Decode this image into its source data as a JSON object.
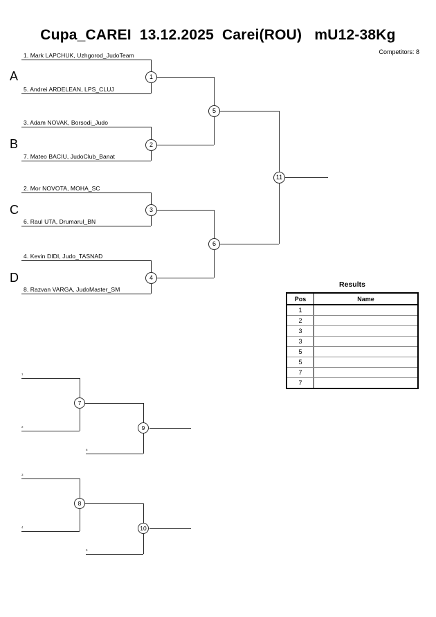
{
  "header": {
    "title": "Cupa_CAREI  13.12.2025  Carei(ROU)   mU12-38Kg",
    "competitors": "Competitors: 8"
  },
  "groups": [
    {
      "letter": "A"
    },
    {
      "letter": "B"
    },
    {
      "letter": "C"
    },
    {
      "letter": "D"
    }
  ],
  "players": [
    {
      "slot": 1,
      "label": "1. Mark LAPCHUK, Uzhgorod_JudoTeam"
    },
    {
      "slot": 2,
      "label": "5. Andrei ARDELEAN, LPS_CLUJ"
    },
    {
      "slot": 3,
      "label": "3. Adam NOVAK, Borsodi_Judo"
    },
    {
      "slot": 4,
      "label": "7. Mateo BACIU, JudoClub_Banat"
    },
    {
      "slot": 5,
      "label": "2. Mor NOVOTA, MOHA_SC"
    },
    {
      "slot": 6,
      "label": "6. Raul UTA, Drumarul_BN"
    },
    {
      "slot": 7,
      "label": "4. Kevin DIDI, Judo_TASNAD"
    },
    {
      "slot": 8,
      "label": "8. Razvan VARGA, JudoMaster_SM"
    }
  ],
  "main_matches": [
    {
      "id": "1"
    },
    {
      "id": "2"
    },
    {
      "id": "3"
    },
    {
      "id": "4"
    },
    {
      "id": "5"
    },
    {
      "id": "6"
    },
    {
      "id": "11"
    }
  ],
  "repechage": {
    "block1": {
      "matches": [
        {
          "id": "7"
        },
        {
          "id": "9"
        }
      ],
      "feeders": [
        "1",
        "2",
        "6"
      ]
    },
    "block2": {
      "matches": [
        {
          "id": "8"
        },
        {
          "id": "10"
        }
      ],
      "feeders": [
        "3",
        "4",
        "5"
      ]
    }
  },
  "results": {
    "title": "Results",
    "columns": [
      "Pos",
      "Name"
    ],
    "rows": [
      {
        "pos": "1",
        "name": ""
      },
      {
        "pos": "2",
        "name": ""
      },
      {
        "pos": "3",
        "name": ""
      },
      {
        "pos": "3",
        "name": ""
      },
      {
        "pos": "5",
        "name": ""
      },
      {
        "pos": "5",
        "name": ""
      },
      {
        "pos": "7",
        "name": ""
      },
      {
        "pos": "7",
        "name": ""
      }
    ]
  },
  "colors": {
    "line": "#2b2b2b",
    "text": "#000000",
    "background": "#ffffff"
  }
}
